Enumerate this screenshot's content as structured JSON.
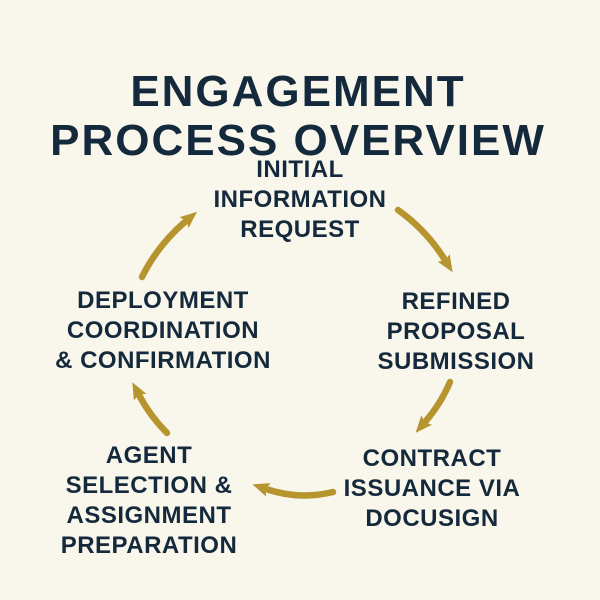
{
  "title": "ENGAGEMENT\nPROCESS OVERVIEW",
  "steps": [
    {
      "id": "initial-information-request",
      "label": "INITIAL\nINFORMATION\nREQUEST"
    },
    {
      "id": "refined-proposal-submission",
      "label": "REFINED\nPROPOSAL\nSUBMISSION"
    },
    {
      "id": "contract-issuance-via-docusign",
      "label": "CONTRACT\nISSUANCE VIA\nDOCUSIGN"
    },
    {
      "id": "agent-selection-assignment-preparation",
      "label": "AGENT\nSELECTION &\nASSIGNMENT\nPREPARATION"
    },
    {
      "id": "deployment-coordination-confirmation",
      "label": "DEPLOYMENT\nCOORDINATION\n& CONFIRMATION"
    }
  ],
  "colors": {
    "background": "#f9f6ec",
    "text": "#15293c",
    "arrow": "#b6952f"
  }
}
